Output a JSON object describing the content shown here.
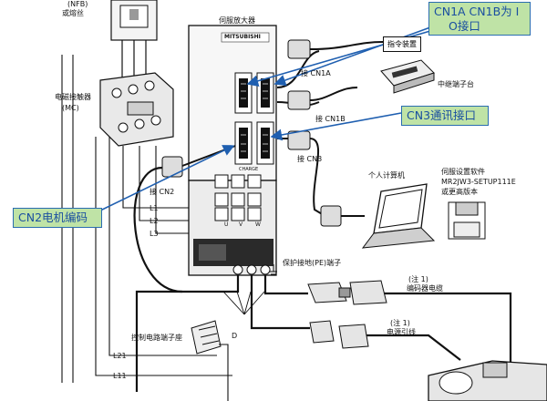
{
  "top_labels": {
    "nfb": "(NFB)",
    "fuse": "或熔丝"
  },
  "servo_amp": {
    "title": "伺服放大器",
    "brand": "MITSUBISHI",
    "charge": "CHARGE",
    "uvw": [
      "U",
      "V",
      "W"
    ]
  },
  "contactor": {
    "line1": "电磁接触器",
    "line2": "(MC)"
  },
  "connectors": {
    "cn1a": "接 CN1A",
    "cn1b": "接 CN1B",
    "cn3": "接 CN3",
    "cn2": "接 CN2"
  },
  "command_device": "指令装置",
  "relay_terminal": "中继端子台",
  "pc": "个人计算机",
  "software": {
    "line1": "伺服设置软件",
    "line2": "MR2JW3-SETUP111E",
    "line3": "或更高版本"
  },
  "lines": {
    "l1": "L1",
    "l2": "L2",
    "l3": "L3",
    "l21": "L21",
    "l11": "L11",
    "d": "D"
  },
  "pe_terminal": "保护接地(PE)端子",
  "control_terminal": "控制电路端子座",
  "encoder_cable": {
    "note": "(注 1)",
    "label": "编码器电缆"
  },
  "power_cable": {
    "note": "(注 1)",
    "label": "电源引线"
  },
  "callouts": {
    "cn1": {
      "line1": "CN1A CN1B为 I",
      "line2": "O接口"
    },
    "cn3": "CN3通讯接口",
    "cn2": "CN2电机编码"
  },
  "colors": {
    "callout_bg": "#bfe3a6",
    "callout_border": "#2a6db0",
    "arrow": "#1f5fb0"
  }
}
